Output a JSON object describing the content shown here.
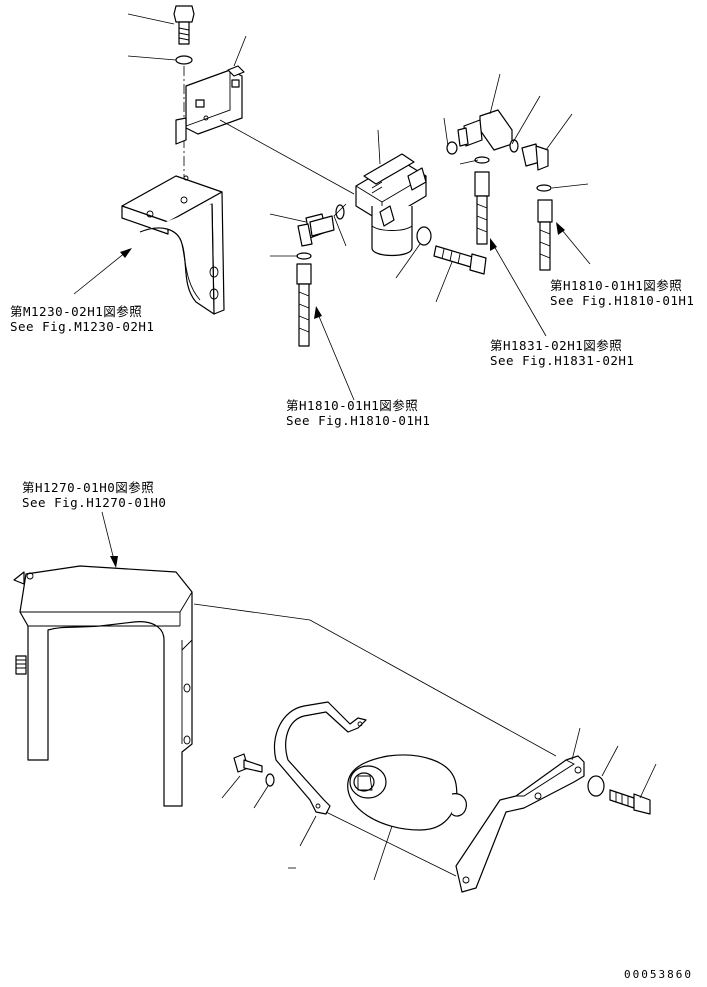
{
  "references": [
    {
      "id": "m1230",
      "jp": "第M1230-02H1図参照",
      "en": "See Fig.M1230-02H1"
    },
    {
      "id": "h1810-right",
      "jp": "第H1810-01H1図参照",
      "en": "See Fig.H1810-01H1"
    },
    {
      "id": "h1831",
      "jp": "第H1831-02H1図参照",
      "en": "See Fig.H1831-02H1"
    },
    {
      "id": "h1810-center",
      "jp": "第H1810-01H1図参照",
      "en": "See Fig.H1810-01H1"
    },
    {
      "id": "h1270",
      "jp": "第H1270-01H0図参照",
      "en": "See Fig.H1270-01H0"
    }
  ],
  "catalog_number": "00053860"
}
